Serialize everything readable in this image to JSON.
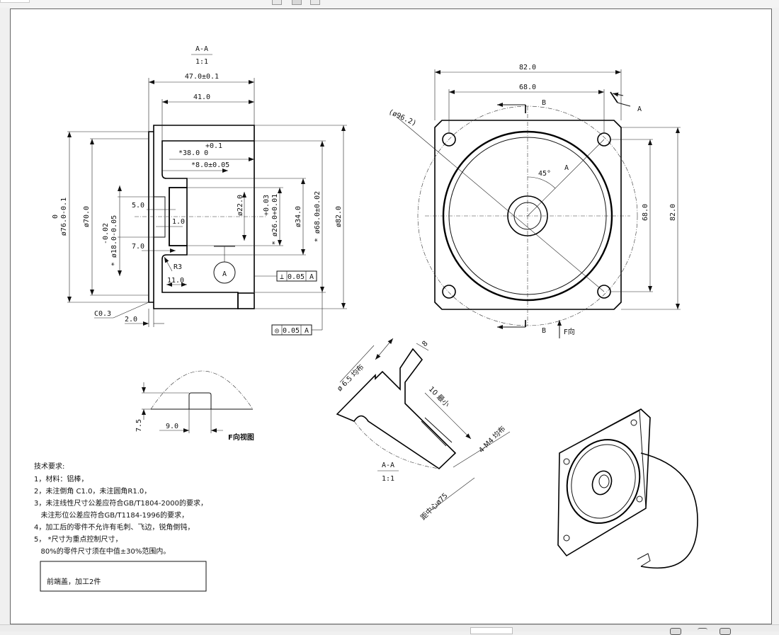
{
  "section_view": {
    "title": "A-A",
    "scale": "1:1",
    "dims": {
      "length_total": "47.0±0.1",
      "length_inner": "41.0",
      "depth_38": "*38.0 0",
      "depth_38_tol": "+0.1",
      "depth_8": "*8.0±0.05",
      "d76": "ø76.0-0.1",
      "d76_tol": "0",
      "d70": "ø70.0",
      "d18": "* ø18.0-0.05",
      "d18_tol": "-0.02",
      "len5": "5.0",
      "len1": "1.0",
      "len7": "7.0",
      "r3": "R3",
      "len11": "11.0",
      "d22": "ø22.0",
      "d26": "* ø26.0+0.01",
      "d26_tol": "+0.03",
      "d34": "ø34.0",
      "d68": "* ø68.0±0.02",
      "d82": "ø82.0",
      "chamfer": "C0.3",
      "len2": "2.0",
      "datum": "A"
    },
    "tolerances": [
      {
        "symbol": "⊥",
        "value": "0.05",
        "datum": "A"
      },
      {
        "symbol": "◎",
        "value": "0.05",
        "datum": "A"
      }
    ]
  },
  "front_view": {
    "width_outer": "82.0",
    "width_holes": "68.0",
    "height_holes": "68.0",
    "height_outer": "82.0",
    "pcd": "(ø96.2)",
    "angle": "45°",
    "section_label_a": "A",
    "section_label_a2": "A",
    "section_label_b_top": "B",
    "section_label_b_bottom": "B",
    "view_arrow": "F向"
  },
  "f_view": {
    "title": "F向视图",
    "dim_h": "7.5",
    "dim_w": "9.0"
  },
  "detail_view": {
    "title": "A-A",
    "scale": "1:1",
    "hole": "ø 6.5 均布",
    "thickness": "8",
    "depth": "10 最小",
    "thread": "4-M4 均布",
    "pcd": "距中心ø75"
  },
  "requirements": {
    "heading": "技术要求:",
    "items": [
      "1，材料：铝棒，",
      "2，未注倒角 C1.0，未注圆角R1.0，",
      "3，未注线性尺寸公差应符合GB/T1804-2000的要求，",
      "   未注形位公差应符合GB/T1184-1996的要求，",
      "4，加工后的零件不允许有毛刺、飞边，锐角倒钝，",
      "5， *尺寸为重点控制尺寸，",
      "   80%的零件尺寸须在中值±30%范围内。"
    ]
  },
  "title_box": "前端盖，加工2件"
}
